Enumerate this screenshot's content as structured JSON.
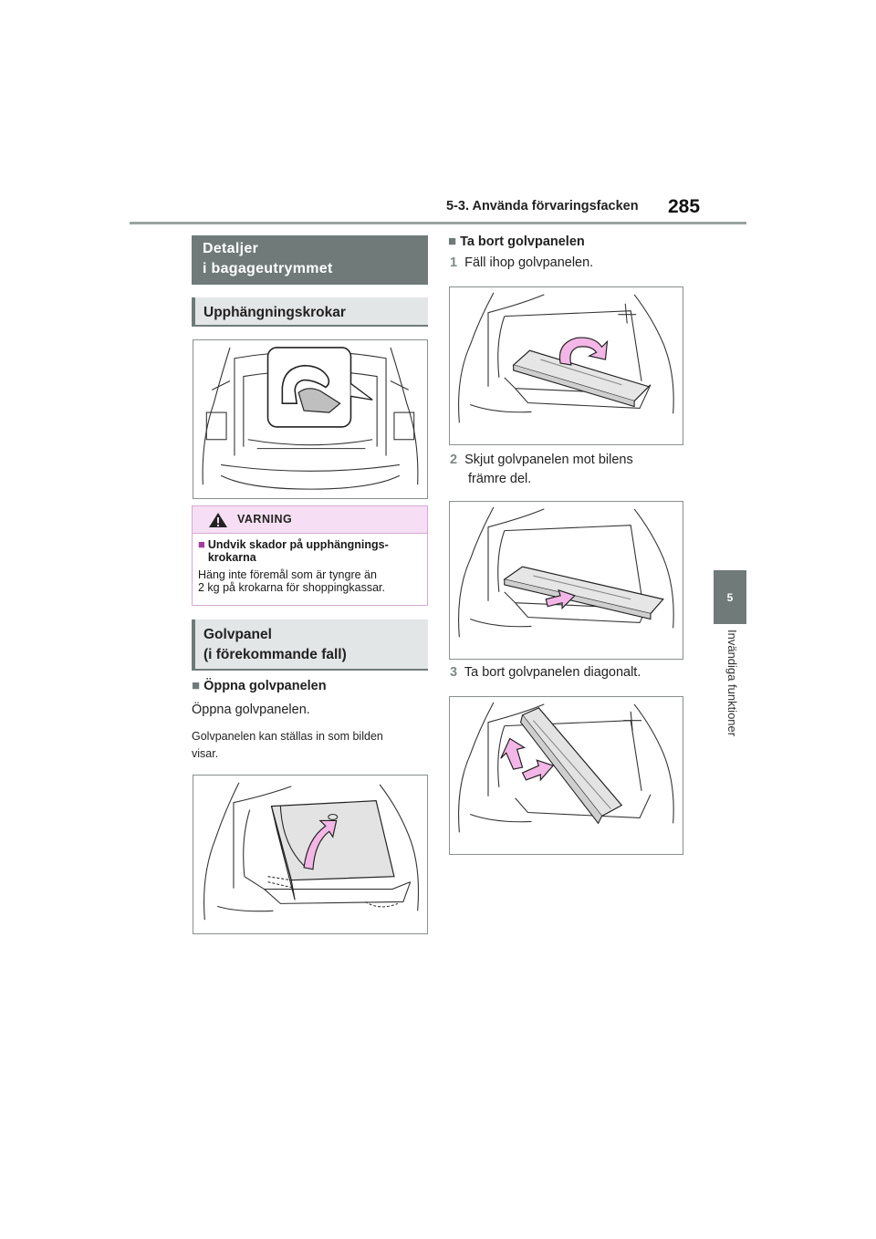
{
  "header": {
    "section": "5-3. Använda förvaringsfacken",
    "page_number": "285"
  },
  "chapter_tab": {
    "number": "5",
    "title": "Invändiga funktioner"
  },
  "left": {
    "main_heading_line1": "Detaljer",
    "main_heading_line2": "i bagageutrymmet",
    "hooks_heading": "Upphängningskrokar",
    "warning": {
      "label": "VARNING",
      "subheading_line1": "Undvik skador på upphängnings-",
      "subheading_line2": "krokarna",
      "body_line1": "Häng inte föremål som är tyngre än",
      "body_line2": "2 kg på krokarna för shoppingkassar."
    },
    "floor_heading_line1": "Golvpanel",
    "floor_heading_line2": "(i förekommande fall)",
    "open_heading": "Öppna golvpanelen",
    "open_text": "Öppna golvpanelen.",
    "open_note_line1": "Golvpanelen kan ställas in som bilden",
    "open_note_line2": "visar."
  },
  "right": {
    "remove_heading": "Ta bort golvpanelen",
    "steps": [
      {
        "num": "1",
        "line1": "Fäll ihop golvpanelen.",
        "line2": ""
      },
      {
        "num": "2",
        "line1": "Skjut golvpanelen mot bilens",
        "line2": "främre del."
      },
      {
        "num": "3",
        "line1": "Ta bort golvpanelen diagonalt.",
        "line2": ""
      }
    ]
  },
  "colors": {
    "heading_gray": "#6f7a79",
    "heading_light": "#e3e6e6",
    "warning_pink": "#f6dff4",
    "arrow_pink": "#f3b6e6"
  },
  "icons": [
    "warning-triangle-icon",
    "square-bullet-icon"
  ]
}
